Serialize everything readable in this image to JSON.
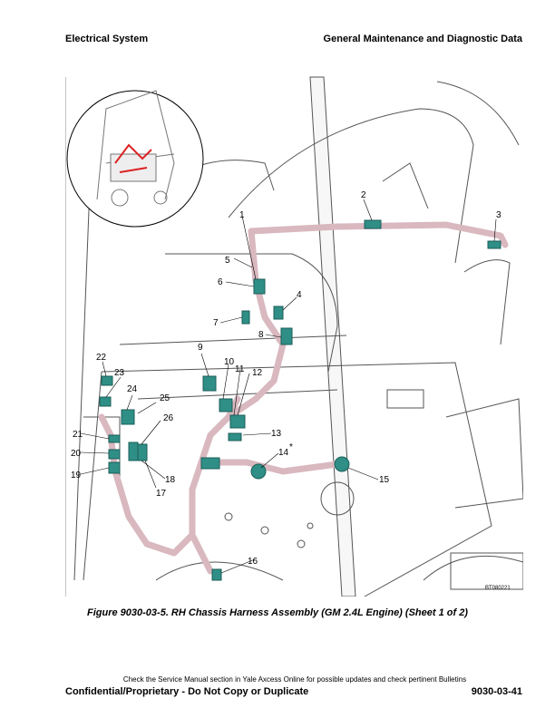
{
  "header": {
    "left": "Electrical System",
    "right": "General Maintenance and Diagnostic Data"
  },
  "figure": {
    "id": "BT080221",
    "callouts": [
      "1",
      "2",
      "3",
      "4",
      "5",
      "6",
      "7",
      "8",
      "9",
      "10",
      "11",
      "12",
      "13",
      "14",
      "15",
      "16",
      "17",
      "18",
      "19",
      "20",
      "21",
      "22",
      "23",
      "24",
      "25",
      "26"
    ],
    "asterisk": "*",
    "harness_color": "#d9b8c0",
    "connector_color": "#2f8f86"
  },
  "caption": "Figure 9030-03-5. RH Chassis Harness Assembly (GM 2.4L Engine) (Sheet 1 of 2)",
  "footer": {
    "notice": "Check the Service Manual section in Yale Axcess Online for possible updates and check pertinent Bulletins",
    "left": "Confidential/Proprietary - Do Not Copy or Duplicate",
    "right": "9030-03-41"
  }
}
